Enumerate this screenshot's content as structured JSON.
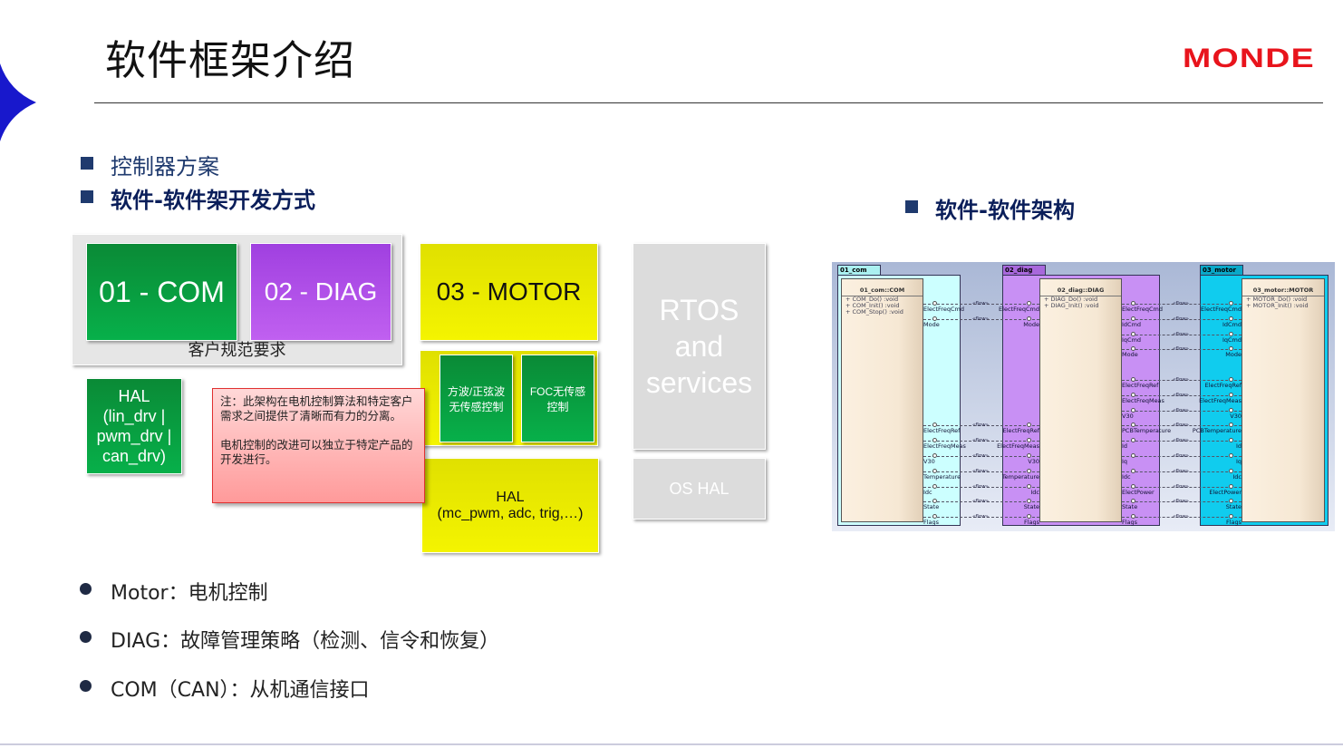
{
  "title": "软件框架介绍",
  "logo": "MONDE",
  "bullets_top": [
    {
      "text": "控制器方案"
    },
    {
      "text": "软件-软件架开发方式"
    }
  ],
  "right_heading": "软件-软件架构",
  "blocks": {
    "customer": "客户规范要求",
    "com": "01 - COM",
    "diag": "02 - DIAG",
    "motor": "03 - MOTOR",
    "sq_sine": "方波/正弦波无传感控制",
    "foc": "FOC无传感控制",
    "hal_motor": "HAL\n(mc_pwm, adc, trig,…)",
    "hal_left": "HAL\n(lin_drv |\npwm_drv |\ncan_drv)",
    "rtos": "RTOS\nand\nservices",
    "os_hal": "OS HAL",
    "note": "注：此架构在电机控制算法和特定客户需求之间提供了清晰而有力的分离。\n\n电机控制的改进可以独立于特定产品的开发进行。"
  },
  "bullets_bottom": [
    {
      "text": "Motor：电机控制"
    },
    {
      "text": "DIAG：故障管理策略（检测、信令和恢复）"
    },
    {
      "text": "COM（CAN）：从机通信接口"
    }
  ],
  "uml": {
    "flow_label": "«flow»",
    "packages": [
      {
        "tab": "01_com",
        "class": "01_com::COM",
        "ops": [
          "+   COM_Do() :void",
          "+   COM_Init() :void",
          "+   COM_Stop() :void"
        ]
      },
      {
        "tab": "02_diag",
        "class": "02_diag::DIAG",
        "ops": [
          "+   DIAG_Do() :void",
          "+   DIAG_Init() :void"
        ]
      },
      {
        "tab": "03_motor",
        "class": "03_motor::MOTOR",
        "ops": [
          "+   MOTOR_Do() :void",
          "+   MOTOR_Init() :void"
        ]
      }
    ],
    "links_com_diag": [
      "ElectFreqCmd",
      "Mode",
      "",
      "",
      "",
      "",
      "",
      "",
      "ElectFreqRef",
      "ElectFreqMeas",
      "V30",
      "Temperature",
      "Idc",
      "State",
      "Flags"
    ],
    "links_diag_motor": [
      "ElectFreqCmd",
      "IdCmd",
      "IqCmd",
      "Mode",
      "",
      "ElectFreqRef",
      "ElectFreqMeas",
      "V30",
      "PCBTemperature",
      "Id",
      "Iq",
      "Idc",
      "ElectPower",
      "State",
      "Flags"
    ]
  }
}
